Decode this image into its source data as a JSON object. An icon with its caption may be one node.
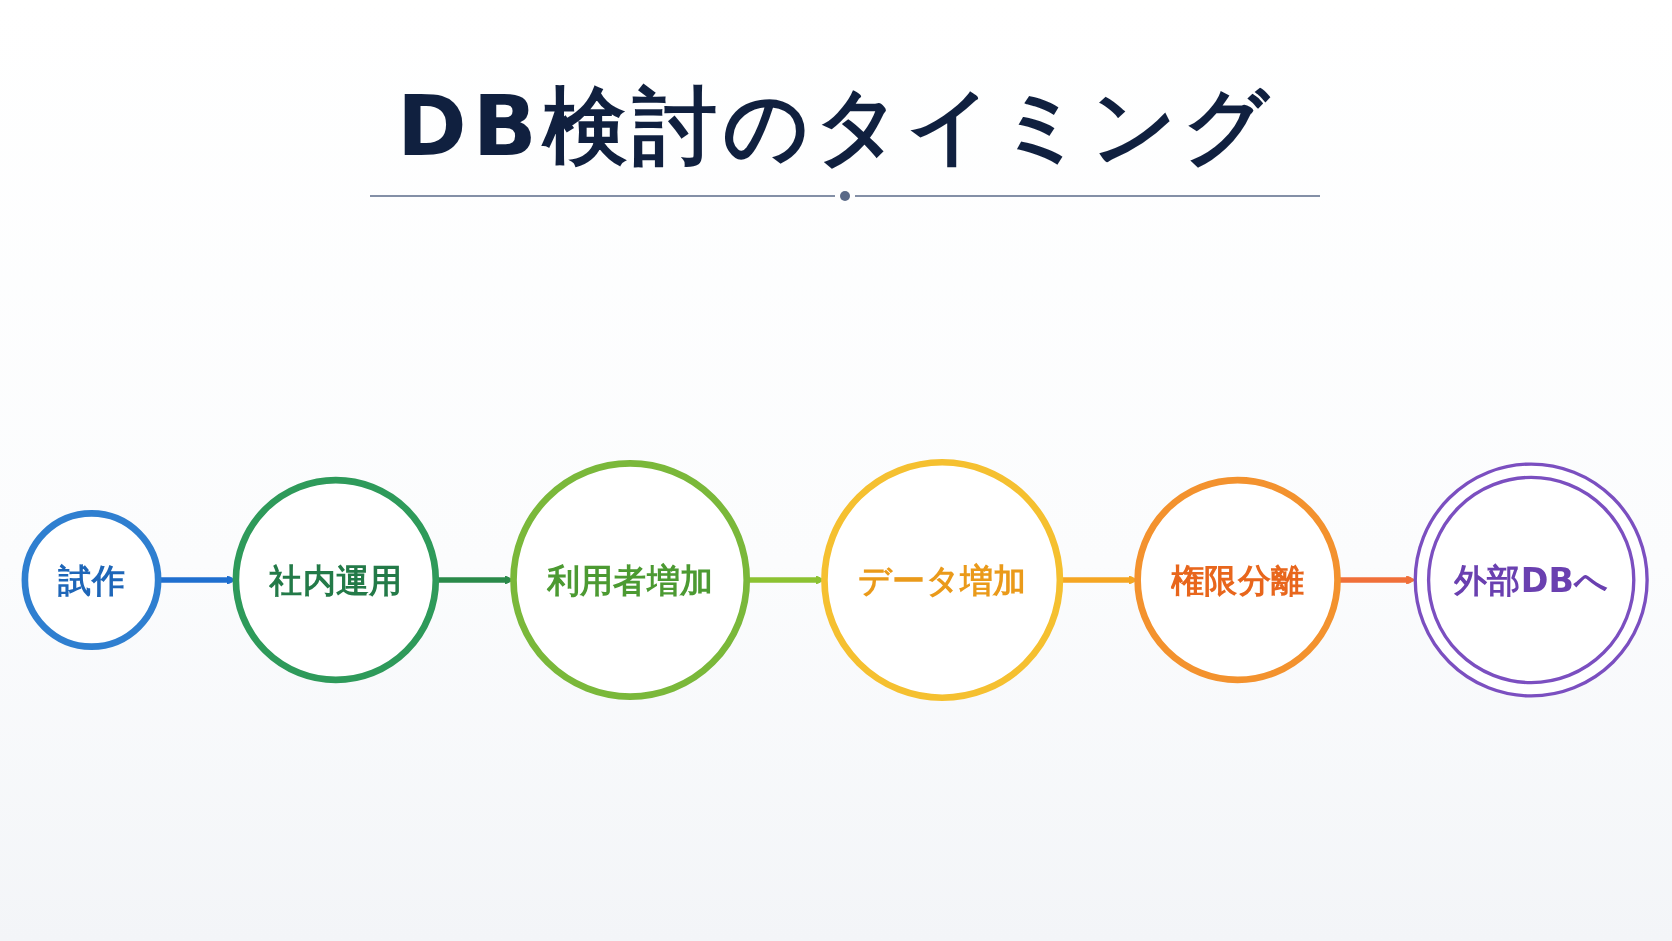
{
  "diagram": {
    "title": "DB検討のタイミング",
    "nodes": [
      {
        "text": [
          "試作"
        ]
      },
      {
        "text": [
          "社内運用"
        ]
      },
      {
        "text": [
          "利用者増加"
        ]
      },
      {
        "text": [
          "データ増加"
        ]
      },
      {
        "text": [
          "権限分離"
        ]
      },
      {
        "text": [
          "外部DBへ"
        ]
      }
    ],
    "edges": [
      {
        "from": 0,
        "to": 1,
        "arrow": "to",
        "color": "#1f6fcf"
      },
      {
        "from": 1,
        "to": 2,
        "arrow": "to",
        "color": "#2a8a4a"
      },
      {
        "from": 2,
        "to": 3,
        "arrow": "to",
        "color": "#8cc232"
      },
      {
        "from": 3,
        "to": 4,
        "arrow": "to",
        "color": "#f5a623"
      },
      {
        "from": 4,
        "to": 5,
        "arrow": "to",
        "color": "#f0703a"
      }
    ]
  }
}
